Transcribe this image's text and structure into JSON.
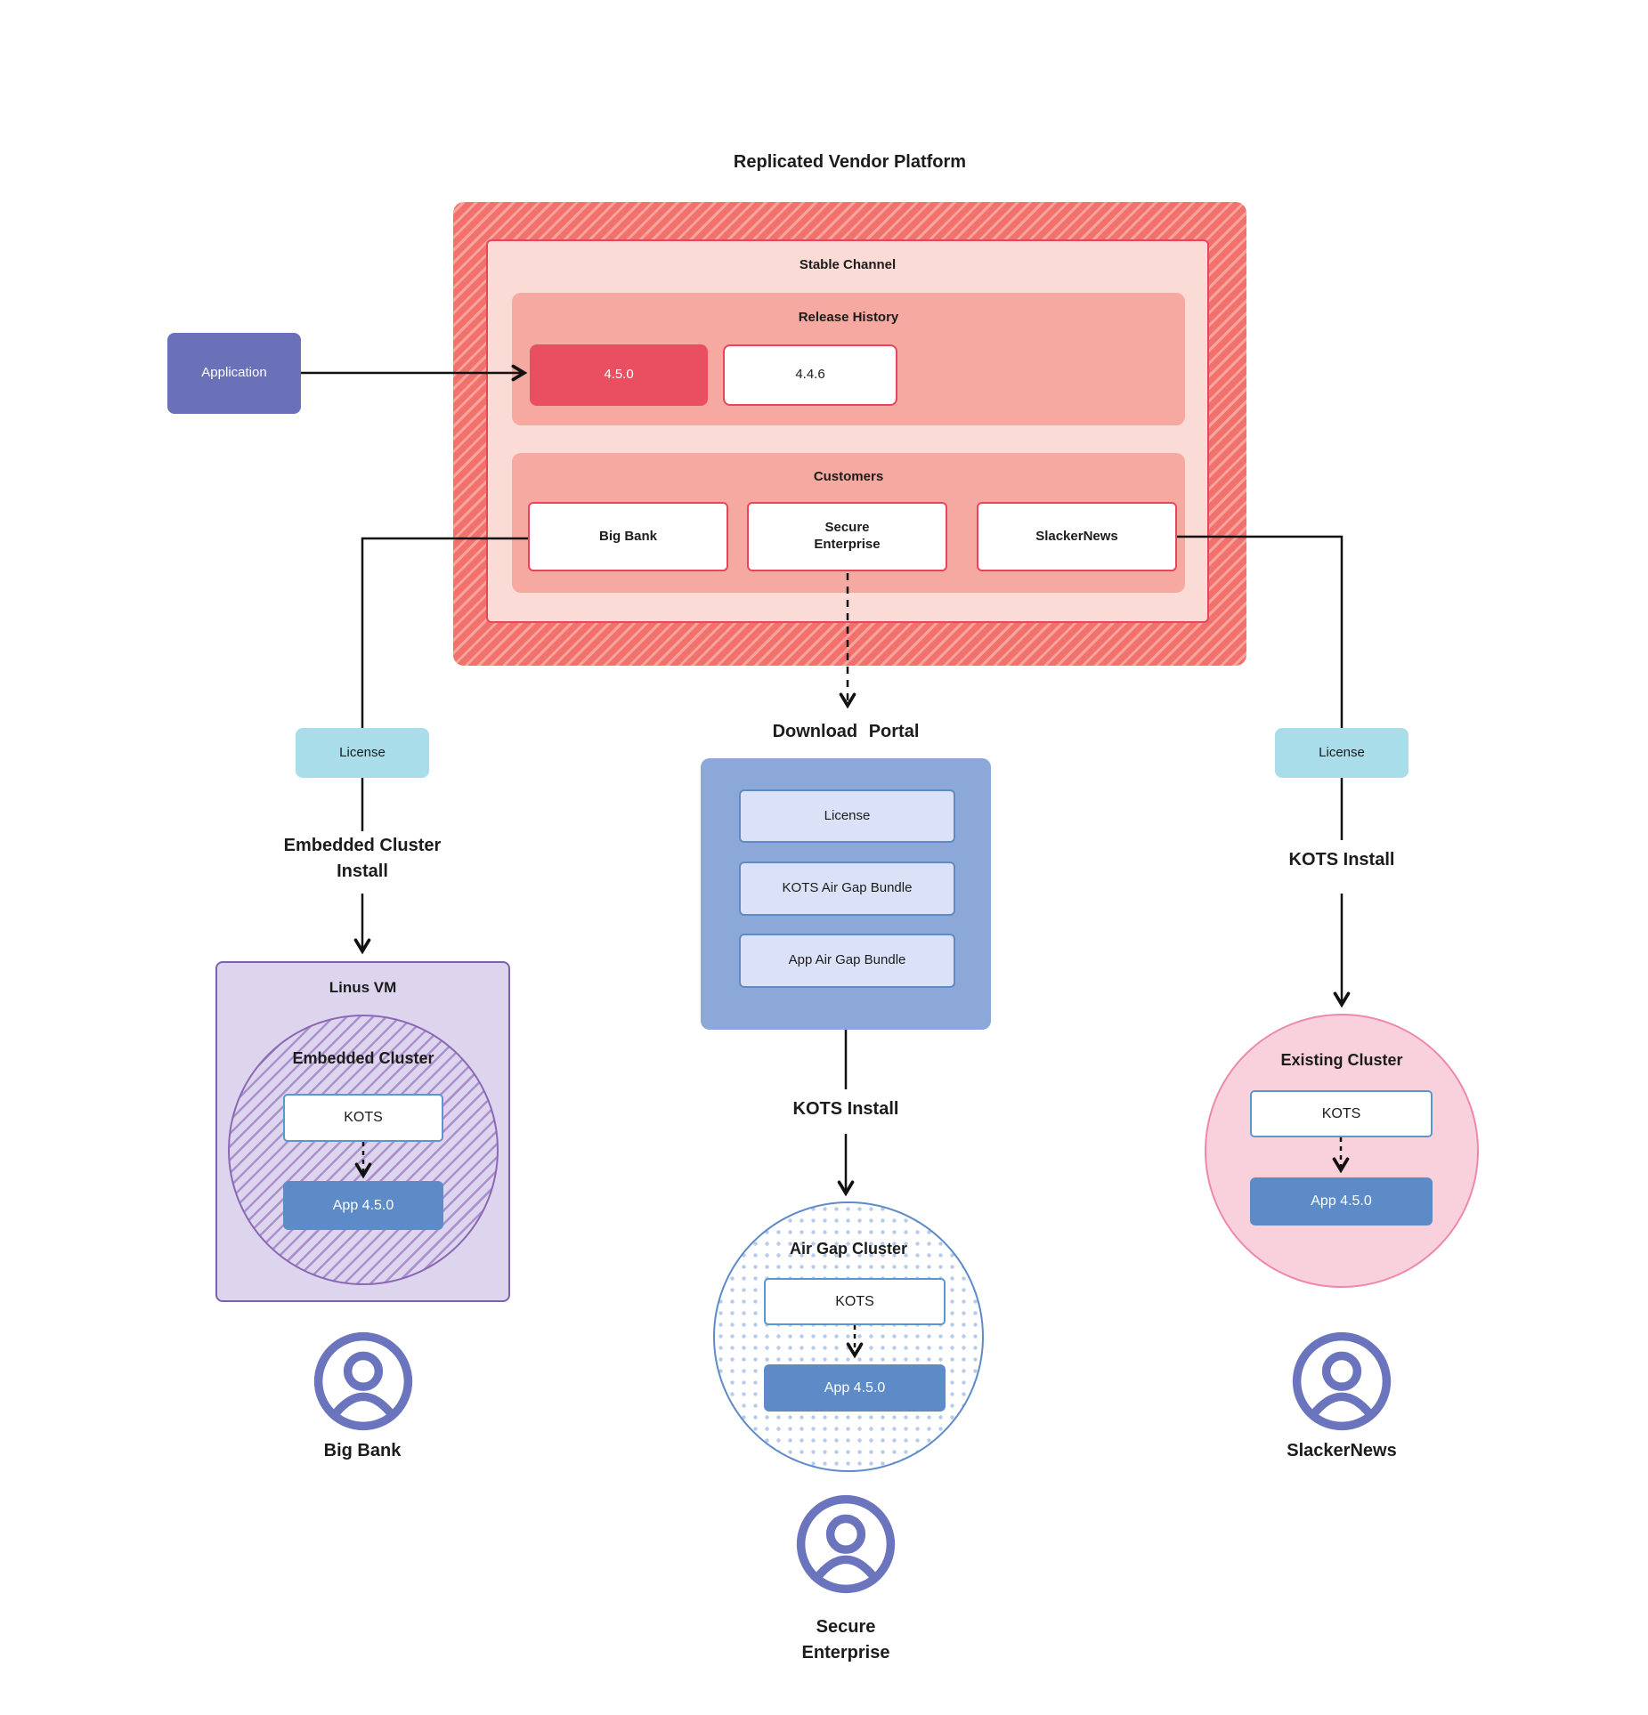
{
  "title": "Replicated Vendor Platform",
  "platform": {
    "stable_channel": "Stable Channel",
    "release_history": "Release History",
    "release_current": "4.5.0",
    "release_previous": "4.4.6",
    "customers": "Customers",
    "customer_big_bank": "Big Bank",
    "customer_secure_enterprise": "Secure\nEnterprise",
    "customer_slackernews": "SlackerNews"
  },
  "application": "Application",
  "left_branch": {
    "license": "License",
    "install_label": "Embedded Cluster\nInstall",
    "vm_label": "Linus VM",
    "cluster_label": "Embedded Cluster",
    "kots": "KOTS",
    "app": "App 4.5.0",
    "persona": "Big Bank"
  },
  "middle_branch": {
    "download_portal": "Download Portal",
    "portal_items": [
      "License",
      "KOTS Air Gap Bundle",
      "App Air Gap Bundle"
    ],
    "install_label": "KOTS Install",
    "cluster_label": "Air Gap Cluster",
    "kots": "KOTS",
    "app": "App 4.5.0",
    "persona": "Secure\nEnterprise"
  },
  "right_branch": {
    "license": "License",
    "install_label": "KOTS Install",
    "cluster_label": "Existing Cluster",
    "kots": "KOTS",
    "app": "App 4.5.0",
    "persona": "SlackerNews"
  },
  "colors": {
    "platform_red": "#f3716c",
    "platform_stripe": "#f8a49e",
    "stable_channel_bg": "#fbdbd6",
    "stable_channel_border": "#e8455a",
    "panel_salmon": "#f5a9a1",
    "release_highlight": "#e94e61",
    "application_purple": "#6a71b8",
    "license_teal": "#a9dde9",
    "portal_blue": "#8ba8d8",
    "portal_item_bg": "#dbe2f7",
    "app_blue": "#5c8bc8",
    "kots_border_blue": "#5a96d0",
    "vm_purple_bg": "#ddd4ed",
    "vm_purple_border": "#7e61ab",
    "existing_pink_bg": "#f9d1dd",
    "existing_pink_border": "#ee87a9",
    "persona_icon": "#6b75bd",
    "line": "#111111"
  }
}
